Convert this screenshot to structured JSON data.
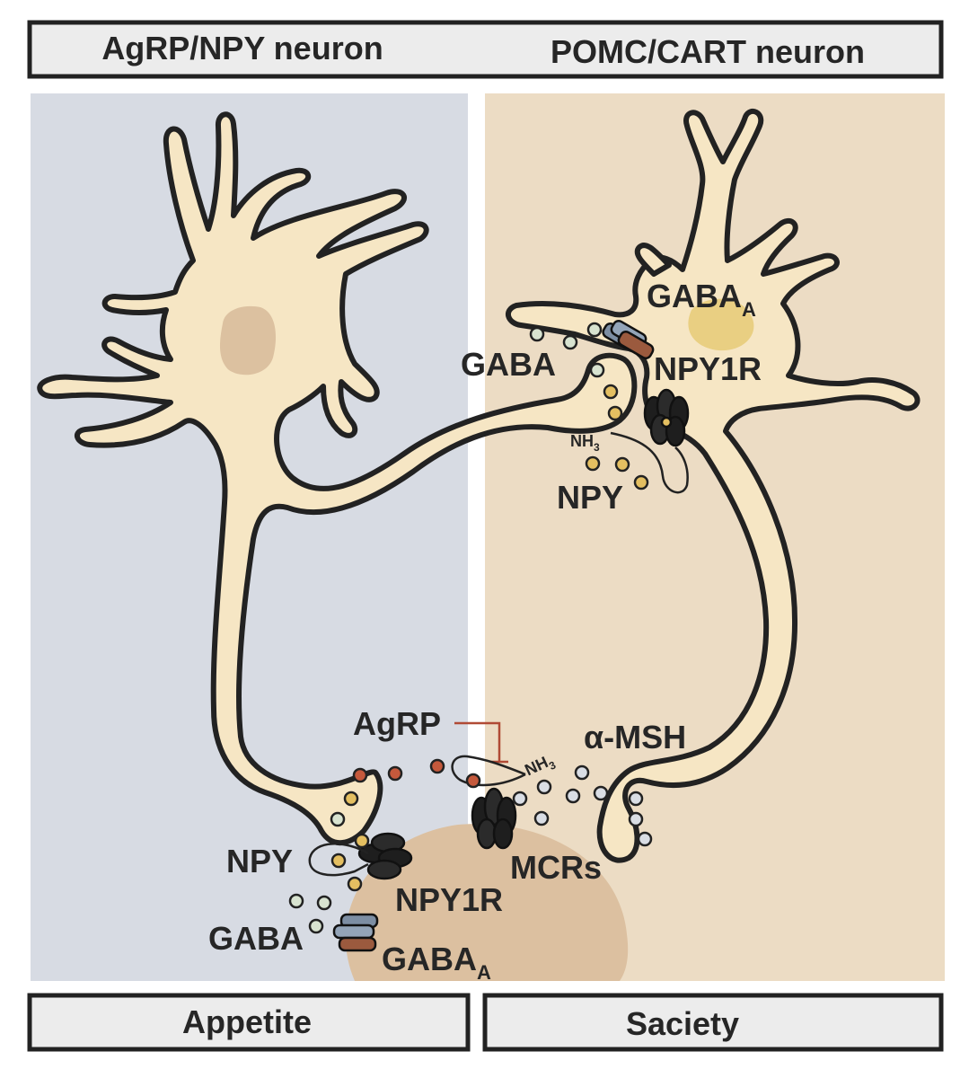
{
  "header": {
    "left_title": "AgRP/NPY neuron",
    "right_title": "POMC/CART neuron"
  },
  "footer": {
    "left_label": "Appetite",
    "right_label": "Saciety"
  },
  "top_right_synapse": {
    "receptor_gaba": "GABA",
    "receptor_gaba_sub": "A",
    "ligand_gaba": "GABA",
    "receptor_npy": "NPY1R",
    "nh3_label": "NH",
    "nh3_sub": "3",
    "ligand_npy": "NPY"
  },
  "bottom_synapse": {
    "agrp": "AgRP",
    "nh3_label": "NH",
    "nh3_sub": "3",
    "msh": "α-MSH",
    "mcrs": "MCRs",
    "ligand_npy": "NPY",
    "receptor_npy": "NPY1R",
    "ligand_gaba": "GABA",
    "receptor_gaba": "GABA",
    "receptor_gaba_sub": "A"
  },
  "colors": {
    "left_panel": "#d7dbe3",
    "right_panel": "#ecdcc4",
    "neuron_fill": "#f6e6c4",
    "nucleus_left": "#dcc1a0",
    "nucleus_right": "#e9cf82",
    "target_cell": "#dcc0a0",
    "outline": "#222222",
    "gaba_vesicle": "#d8e3d0",
    "npy_vesicle": "#e4bf61",
    "agrp_vesicle": "#c5593c",
    "msh_vesicle": "#d9dde4",
    "inhibition_line": "#b04a35"
  }
}
